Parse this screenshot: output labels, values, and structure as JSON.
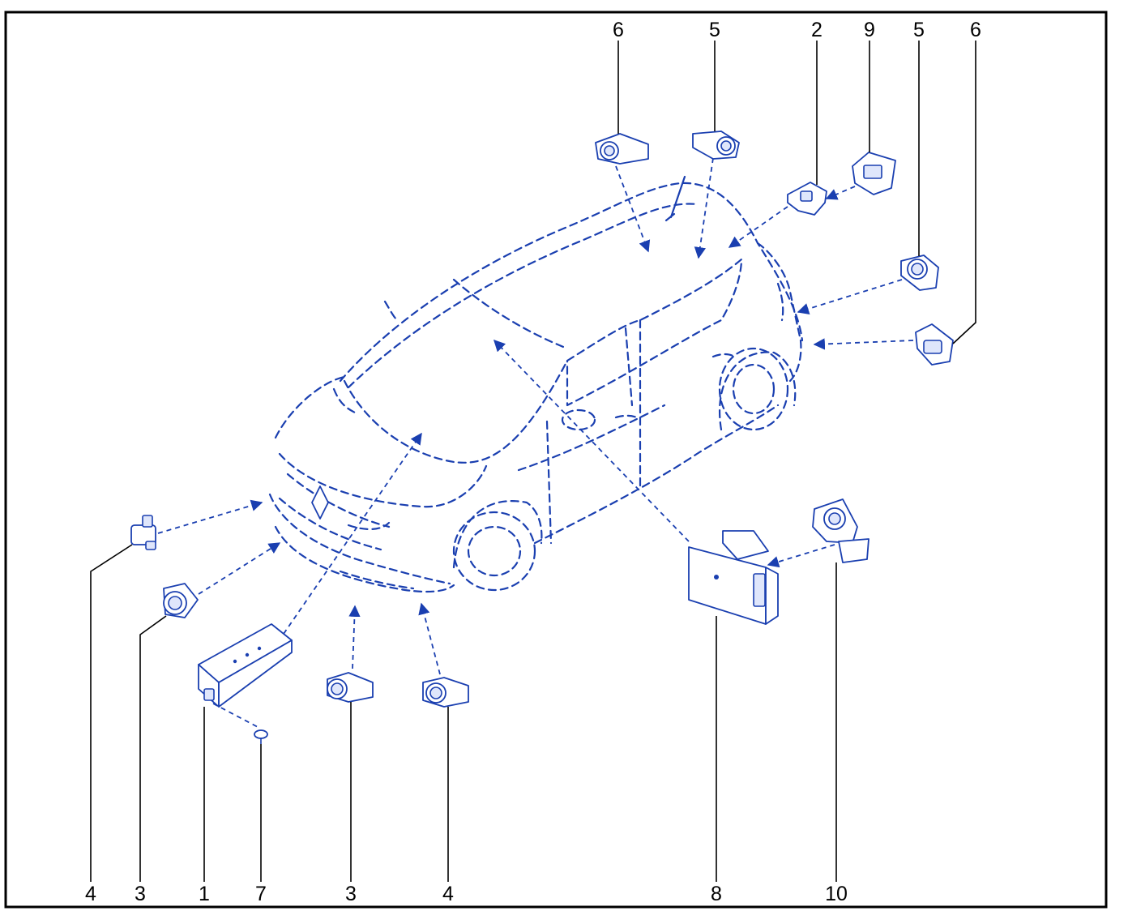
{
  "callouts": {
    "top": [
      "6",
      "5",
      "2",
      "9",
      "5",
      "6"
    ],
    "bottom": [
      "4",
      "3",
      "1",
      "7",
      "3",
      "4",
      "8",
      "10"
    ]
  },
  "colors": {
    "line": "#1a3fb0",
    "label": "#000000",
    "frame": "#000000",
    "background": "#ffffff"
  }
}
